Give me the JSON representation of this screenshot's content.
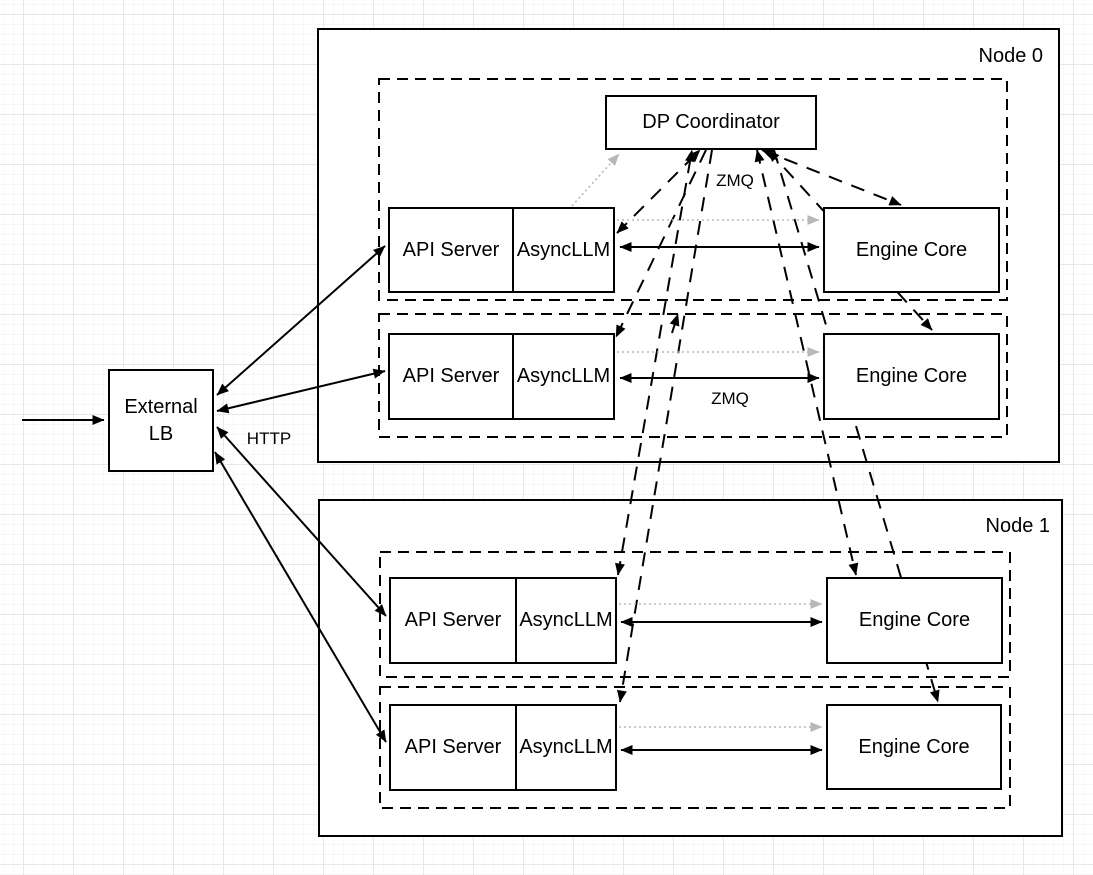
{
  "diagram": {
    "node0_label": "Node 0",
    "node1_label": "Node 1",
    "external_lb": {
      "line1": "External",
      "line2": "LB"
    },
    "dp_coordinator_label": "DP Coordinator",
    "api_server_label": "API Server",
    "async_llm_label": "AsyncLLM",
    "engine_core_label": "Engine Core",
    "http_label": "HTTP",
    "zmq_label_top": "ZMQ",
    "zmq_label_mid": "ZMQ",
    "colors": {
      "line": "#000000",
      "dotted_gray": "#b8b8b8",
      "box_fill": "#ffffff",
      "grid_major": "#e7e7e7",
      "grid_minor": "#f7f7f7"
    },
    "edges": [
      {
        "from": "client",
        "to": "external-lb",
        "style": "solid-arrow"
      },
      {
        "from": "external-lb",
        "to": "node0-api-server-0",
        "style": "solid-double-arrow",
        "label": "HTTP"
      },
      {
        "from": "external-lb",
        "to": "node0-api-server-1",
        "style": "solid-double-arrow"
      },
      {
        "from": "external-lb",
        "to": "node1-api-server-0",
        "style": "solid-double-arrow"
      },
      {
        "from": "external-lb",
        "to": "node1-api-server-1",
        "style": "solid-double-arrow"
      },
      {
        "from": "asyncllm",
        "to": "engine-core",
        "style": "solid-double-arrow",
        "label": "ZMQ",
        "count": 4
      },
      {
        "from": "asyncllm",
        "to": "engine-core",
        "style": "dotted-gray-arrow",
        "count": 4
      },
      {
        "from": "asyncllm-node0-0",
        "to": "dp-coordinator",
        "style": "dotted-gray-arrow"
      },
      {
        "from": "dp-coordinator",
        "to": "asyncllm-each",
        "style": "dashed-arrow",
        "label": "ZMQ",
        "count": 4
      },
      {
        "from": "dp-coordinator",
        "to": "engine-core-each",
        "style": "dashed-arrow",
        "count": 4
      }
    ]
  }
}
